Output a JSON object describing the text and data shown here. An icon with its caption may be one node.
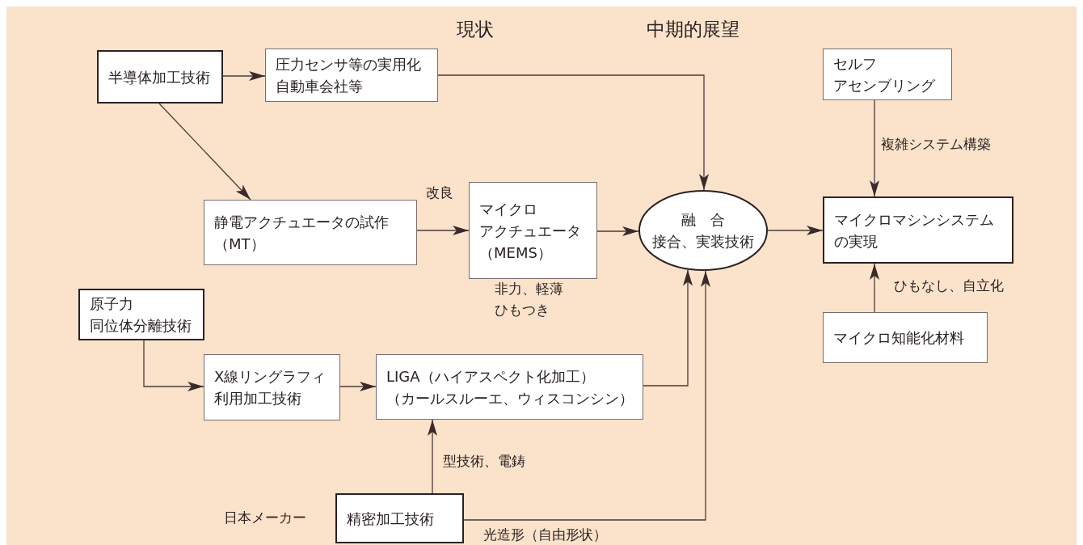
{
  "diagram": {
    "nodes": [
      {
        "text": [
          "半導体加工技術"
        ]
      },
      {
        "text": [
          "圧力センサ等の実用化",
          "自動車会社等"
        ]
      },
      {
        "text": [
          "静電アクチュエータの試作",
          "（MT）"
        ]
      },
      {
        "text": [
          "マイクロアクチュエータ",
          "（MEMS）"
        ],
        "beside": [
          "非力、軽薄ひもつき"
        ]
      },
      {
        "text": [
          "融　合",
          "接合、実装技術"
        ]
      },
      {
        "text": [
          "セルフアセンブリング"
        ]
      },
      {
        "text": [
          "マイクロマシンシステムの実現"
        ]
      },
      {
        "text": [
          "原子力同位体分離技術"
        ]
      },
      {
        "text": [
          "X線リングラフィ利用加工技術"
        ]
      },
      {
        "text": [
          "LIGA（ハイアスペクト化加工）",
          "（カールスルーエ、ウィスコンシン）"
        ]
      },
      {
        "text": [
          "マイクロ知能化材料"
        ]
      },
      {
        "text": [
          "精密加工技術"
        ],
        "beside": [
          "日本メーカー"
        ]
      }
    ],
    "edges": [
      {
        "from": 0,
        "to": 1,
        "arrow": "to"
      },
      {
        "from": 0,
        "to": 2,
        "arrow": "to"
      },
      {
        "from": 1,
        "to": 4,
        "arrow": "to"
      },
      {
        "from": 2,
        "to": 3,
        "arrow": "to",
        "label": "改良"
      },
      {
        "from": 3,
        "to": 4,
        "arrow": "to"
      },
      {
        "from": 4,
        "to": 6,
        "arrow": "to"
      },
      {
        "from": 5,
        "to": 6,
        "arrow": "to",
        "label": "複雑システム構築"
      },
      {
        "from": 10,
        "to": 6,
        "arrow": "to",
        "label": "ひもなし、自立化"
      },
      {
        "from": 7,
        "to": 8,
        "arrow": "to"
      },
      {
        "from": 8,
        "to": 9,
        "arrow": "to"
      },
      {
        "from": 9,
        "to": 4,
        "arrow": "to"
      },
      {
        "from": 11,
        "to": 9,
        "arrow": "to",
        "label": "型技術、電鋳"
      },
      {
        "from": 11,
        "to": 4,
        "arrow": "to",
        "label": "光造形（自由形状）"
      }
    ],
    "labels": [
      "現状",
      "中期的展望"
    ]
  }
}
